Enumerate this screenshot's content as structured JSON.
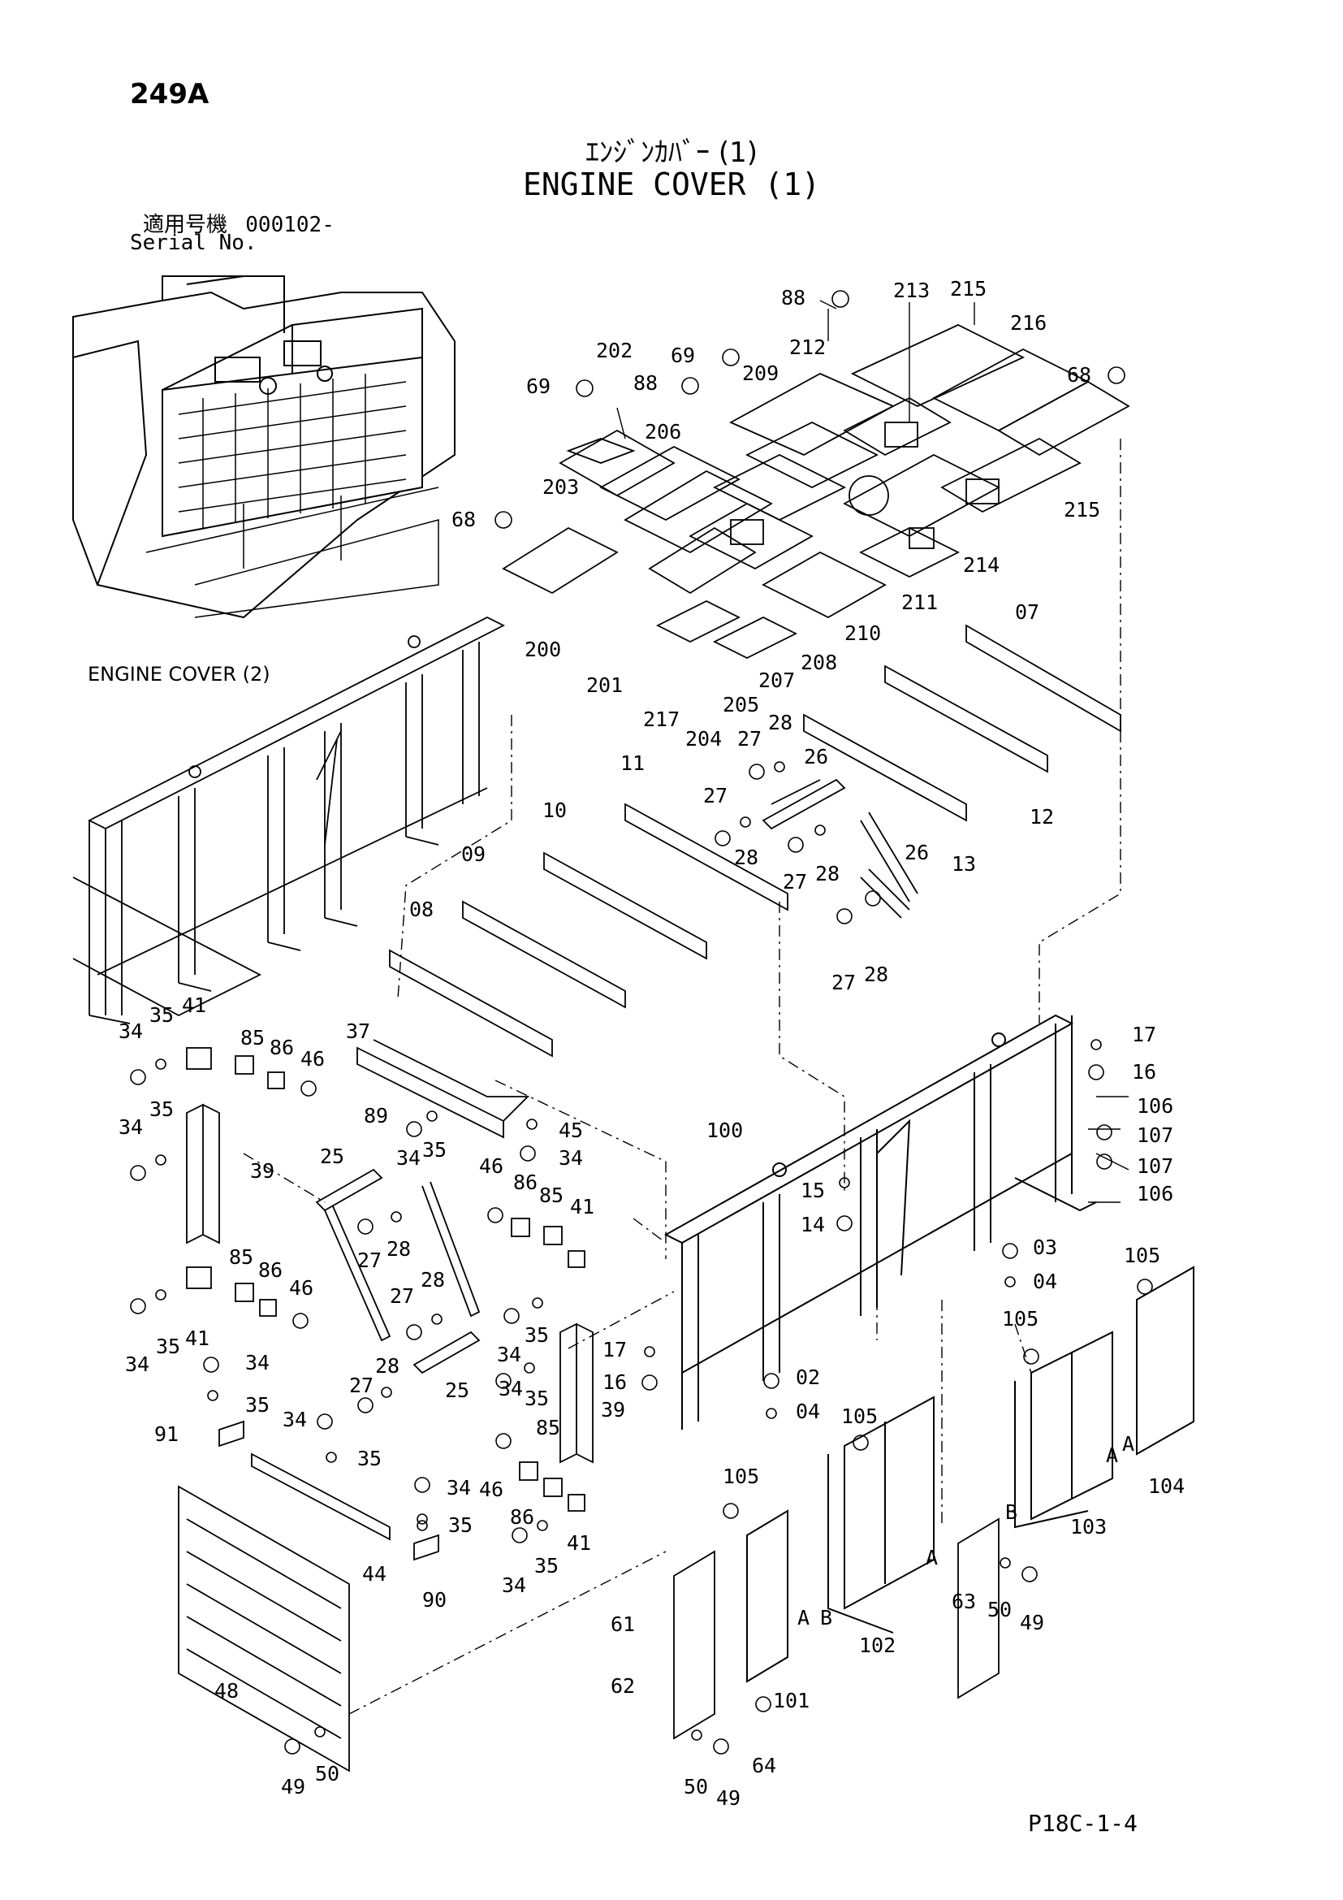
{
  "page_number": "249A",
  "title_jp": "ｴﾝｼﾞﾝｶﾊﾞｰ (1)",
  "title_en": "ENGINE COVER (1)",
  "serial_label_jp": "適用号機",
  "serial_value": "000102-",
  "serial_label_en": "Serial No.",
  "engine_cover_2_label": "ENGINE COVER (2)",
  "footer_code": "P18C-1-4",
  "callouts": {
    "c88a": "88",
    "c213": "213",
    "c215a": "215",
    "c216": "216",
    "c202": "202",
    "c69a": "69",
    "c212": "212",
    "c68a": "68",
    "c69b": "69",
    "c88b": "88",
    "c209": "209",
    "c206": "206",
    "c203": "203",
    "c68b": "68",
    "c215b": "215",
    "c214": "214",
    "c211": "211",
    "c210": "210",
    "c200": "200",
    "c201": "201",
    "c207": "207",
    "c208": "208",
    "c205": "205",
    "c217": "217",
    "c204": "204",
    "c07": "07",
    "c28a": "28",
    "c27a": "27",
    "c26a": "26",
    "c11": "11",
    "c27b": "27",
    "c28b": "28",
    "c27c": "27",
    "c28c": "28",
    "c26b": "26",
    "c12": "12",
    "c13": "13",
    "c10": "10",
    "c09": "09",
    "c08": "08",
    "c27d": "27",
    "c28d": "28",
    "c34a": "34",
    "c35a": "35",
    "c41a": "41",
    "c85a": "85",
    "c86a": "86",
    "c46a": "46",
    "c37": "37",
    "c89": "89",
    "c34b": "34",
    "c35b": "35",
    "c45": "45",
    "c34c": "34",
    "c17a": "17",
    "c16a": "16",
    "c106a": "106",
    "c107a": "107",
    "c107b": "107",
    "c106b": "106",
    "c34d": "34",
    "c35c": "35",
    "c39a": "39",
    "c100": "100",
    "c25a": "25",
    "c46b": "46",
    "c86b": "86",
    "c85b": "85",
    "c41b": "41",
    "c15": "15",
    "c14": "14",
    "c27e": "27",
    "c28e": "28",
    "c03": "03",
    "c04a": "04",
    "c105a": "105",
    "c85c": "85",
    "c86c": "86",
    "c46c": "46",
    "c34e": "34",
    "c35d": "35",
    "c41c": "41",
    "c27f": "27",
    "c28f": "28",
    "c35e": "35",
    "c34f": "34",
    "c105b": "105",
    "c28g": "28",
    "c27g": "27",
    "c25b": "25",
    "c34g": "34",
    "c35f": "35",
    "c17b": "17",
    "c16b": "16",
    "c02": "02",
    "c04b": "04",
    "c39b": "39",
    "c34h": "34",
    "c35g": "35",
    "c34i": "34",
    "c91": "91",
    "c105c": "105",
    "c34j": "34",
    "c35h": "35",
    "c46d": "46",
    "c85d": "85",
    "c86d": "86",
    "c41d": "41",
    "c34k": "34",
    "c35i": "35",
    "c35j": "35",
    "c90": "90",
    "c44": "44",
    "c34l": "34",
    "c35k": "35",
    "c105d": "105",
    "c61": "61",
    "c62": "62",
    "c101": "101",
    "c64": "64",
    "c102": "102",
    "c63": "63",
    "c50a": "50",
    "c49a": "49",
    "c103": "103",
    "c104": "104",
    "c48": "48",
    "c49b": "49",
    "c50b": "50",
    "c50c": "50",
    "c49c": "49",
    "lA1": "A",
    "lB1": "B",
    "lA2": "A",
    "lB2": "B",
    "lA3": "A",
    "lA4": "A",
    "lA5": "A"
  }
}
